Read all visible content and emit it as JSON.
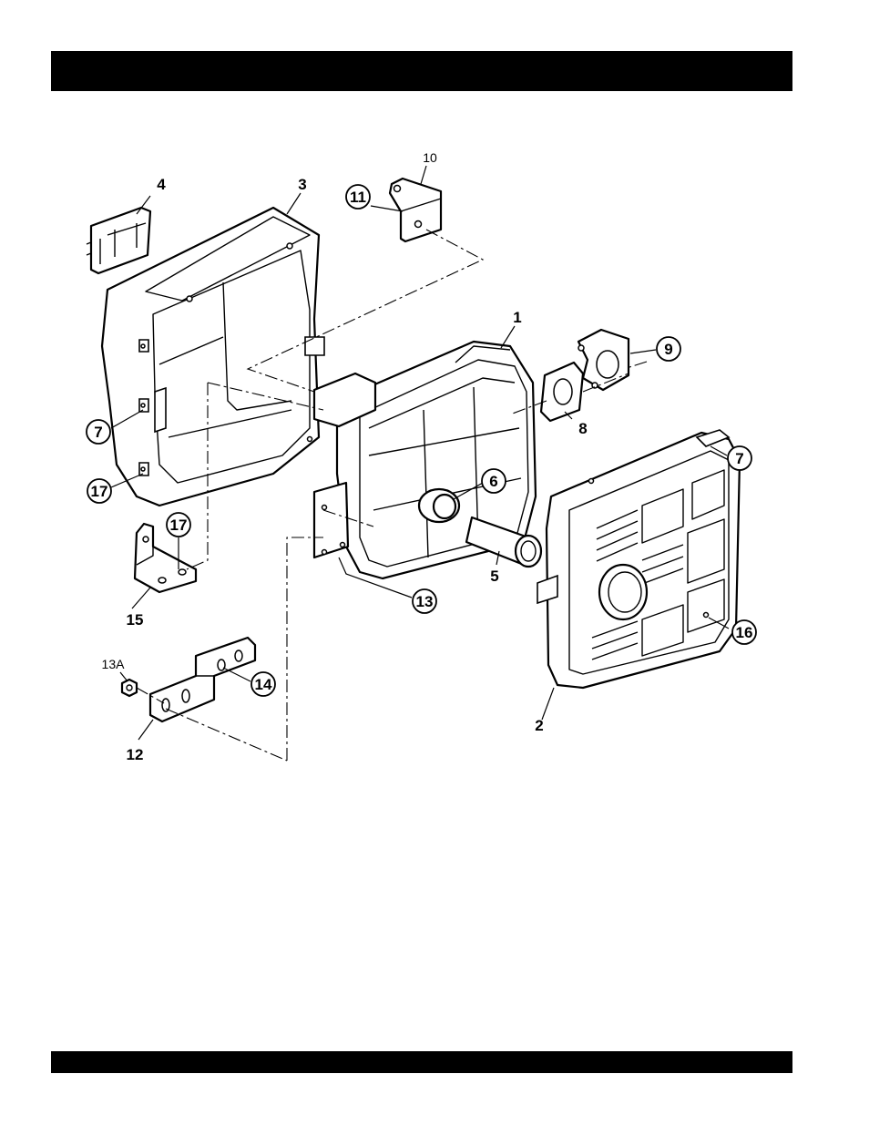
{
  "header": {
    "title": ""
  },
  "footer": {
    "text": ""
  },
  "diagram": {
    "callouts": {
      "c1": "1",
      "c2": "2",
      "c3": "3",
      "c4": "4",
      "c5": "5",
      "c6": "6",
      "c7a": "7",
      "c7b": "7",
      "c8": "8",
      "c9": "9",
      "c10": "10",
      "c11": "11",
      "c12": "12",
      "c13": "13",
      "c13a": "13A",
      "c14": "14",
      "c15": "15",
      "c16": "16",
      "c17a": "17",
      "c17b": "17"
    }
  }
}
